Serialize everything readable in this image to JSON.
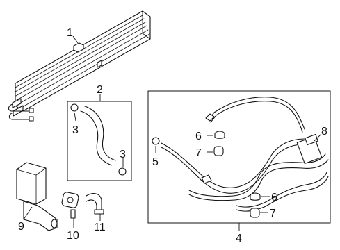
{
  "callouts": {
    "c1": "1",
    "c2": "2",
    "c3a": "3",
    "c3b": "3",
    "c4": "4",
    "c5": "5",
    "c6a": "6",
    "c6b": "6",
    "c7a": "7",
    "c7b": "7",
    "c8": "8",
    "c9": "9",
    "c10": "10",
    "c11": "11"
  }
}
